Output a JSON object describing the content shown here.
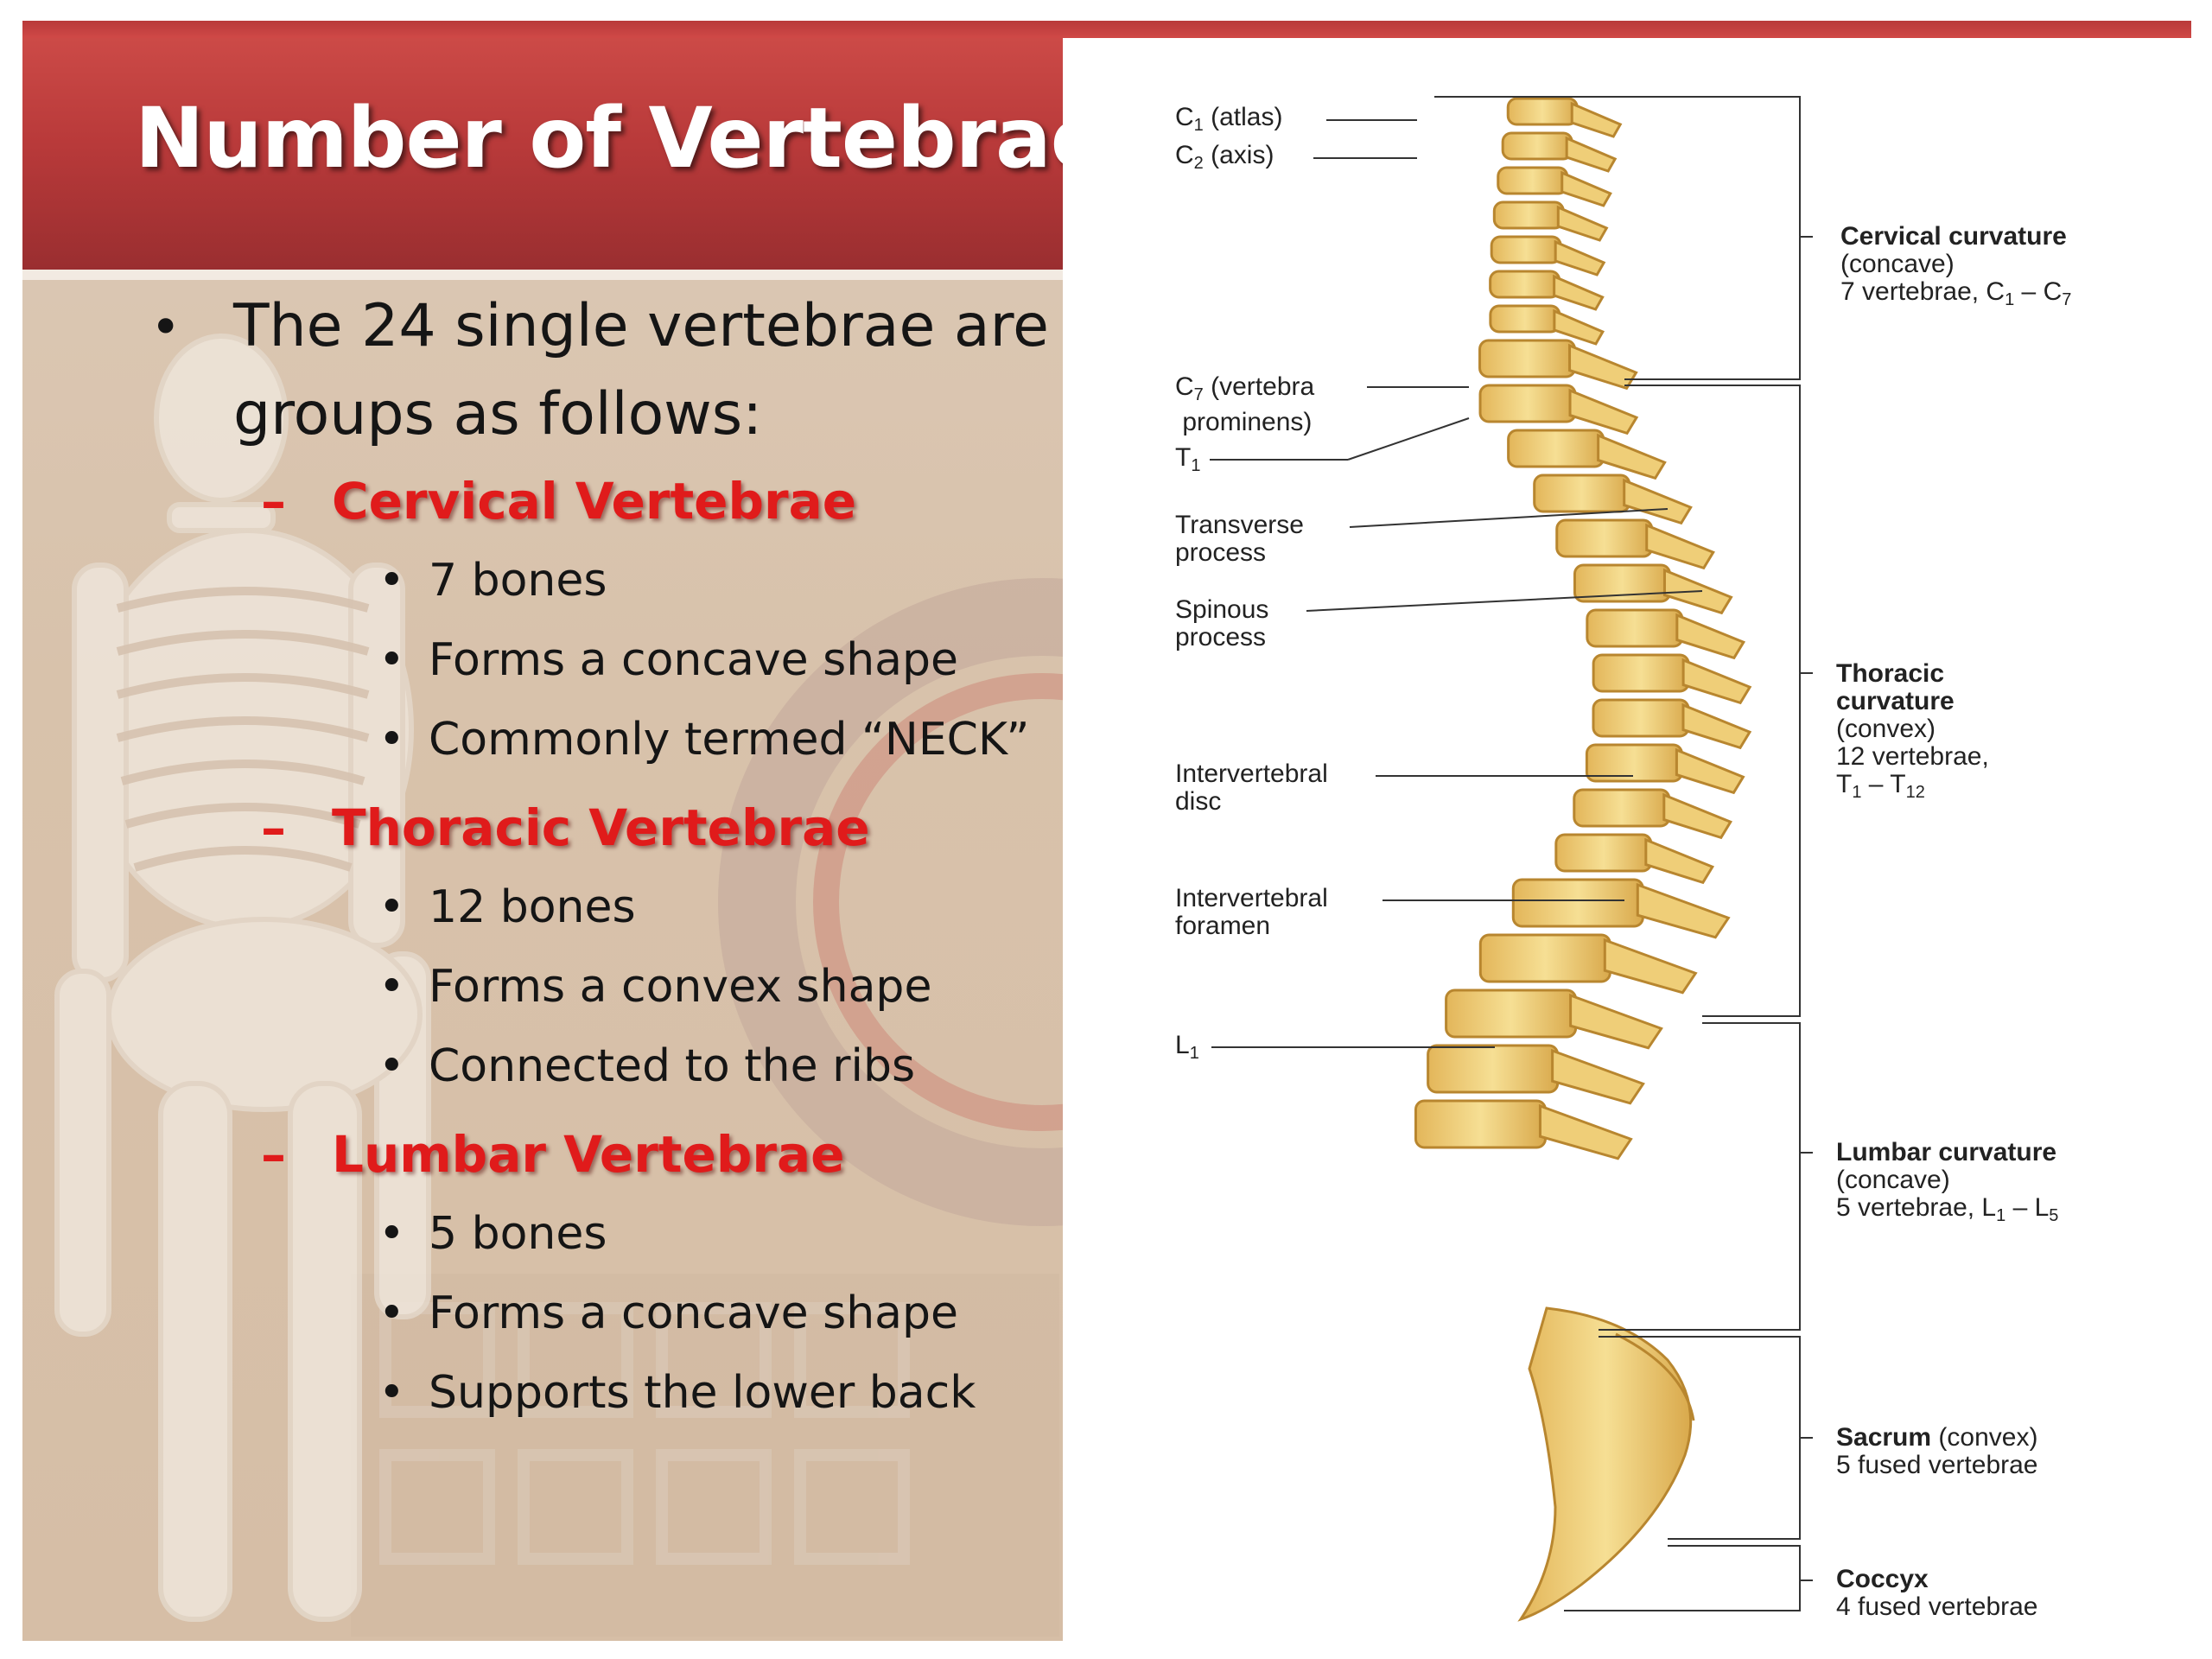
{
  "slide": {
    "title": "Number of Vertebrae",
    "intro_line1": "The 24 single vertebrae are",
    "intro_line2": "groups as follows:",
    "sections": [
      {
        "heading": "Cervical Vertebrae",
        "points": [
          "7 bones",
          "Forms a concave shape",
          "Commonly termed “NECK”"
        ]
      },
      {
        "heading": "Thoracic Vertebrae",
        "points": [
          "12 bones",
          "Forms a convex shape",
          "Connected to the ribs"
        ]
      },
      {
        "heading": "Lumbar Vertebrae",
        "points": [
          "5 bones",
          "Forms a concave shape",
          "Supports the lower back"
        ]
      }
    ]
  },
  "diagram": {
    "left_labels": {
      "c1": {
        "main": "C",
        "sub": "1",
        "rest": " (atlas)"
      },
      "c2": {
        "main": "C",
        "sub": "2",
        "rest": " (axis)"
      },
      "c7": {
        "main": "C",
        "sub": "7",
        "rest": " (vertebra",
        "line2": "prominens)"
      },
      "t1": {
        "main": "T",
        "sub": "1"
      },
      "transverse": {
        "line1": "Transverse",
        "line2": "process"
      },
      "spinous": {
        "line1": "Spinous",
        "line2": "process"
      },
      "disc": {
        "line1": "Intervertebral",
        "line2": "disc"
      },
      "foramen": {
        "line1": "Intervertebral",
        "line2": "foramen"
      },
      "l1": {
        "main": "L",
        "sub": "1"
      }
    },
    "right_labels": {
      "cervical": {
        "title": "Cervical curvature",
        "line2": "(concave)",
        "line3_pre": "7 vertebrae, C",
        "s1": "1",
        "mid": " – C",
        "s2": "7"
      },
      "thoracic": {
        "title1": "Thoracic",
        "title2": "curvature",
        "line3": "(convex)",
        "line4": "12 vertebrae,",
        "line5_pre": "T",
        "s1": "1",
        "mid": " – T",
        "s2": "12"
      },
      "lumbar": {
        "title": "Lumbar curvature",
        "line2": "(concave)",
        "line3_pre": "5 vertebrae, L",
        "s1": "1",
        "mid": " – L",
        "s2": "5"
      },
      "sacrum": {
        "title": "Sacrum",
        "title_rest": " (convex)",
        "line2": "5 fused vertebrae"
      },
      "coccyx": {
        "title": "Coccyx",
        "line2": "4 fused vertebrae"
      }
    }
  },
  "colors": {
    "title_bar": "#b93a3a",
    "heading_red": "#e01b1b",
    "bone": "#f1d27a",
    "bone_dark": "#c99a3a"
  }
}
